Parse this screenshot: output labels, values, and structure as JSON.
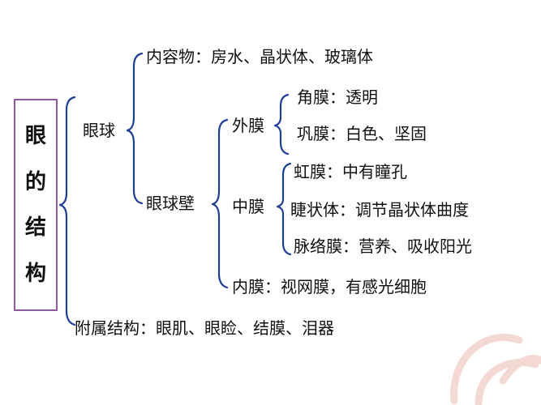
{
  "title": {
    "chars": [
      "眼",
      "的",
      "结",
      "构"
    ]
  },
  "tree": {
    "eyeball": {
      "label": "眼球",
      "contents": "内容物：房水、晶状体、玻璃体",
      "wall": {
        "label": "眼球壁",
        "outer": {
          "label": "外膜",
          "items": [
            "角膜：透明",
            "巩膜：白色、坚固"
          ]
        },
        "middle": {
          "label": "中膜",
          "items": [
            "虹膜：中有瞳孔",
            "睫状体：调节晶状体曲度",
            "脉络膜：营养、吸收阳光"
          ]
        },
        "inner": "内膜：视网膜，有感光细胞"
      }
    },
    "accessory": "附属结构：眼肌、眼睑、结膜、泪器"
  },
  "colors": {
    "brace": "#1f3f95",
    "title_border": "#8e5aa4",
    "ornament": "#e8a9a0"
  }
}
